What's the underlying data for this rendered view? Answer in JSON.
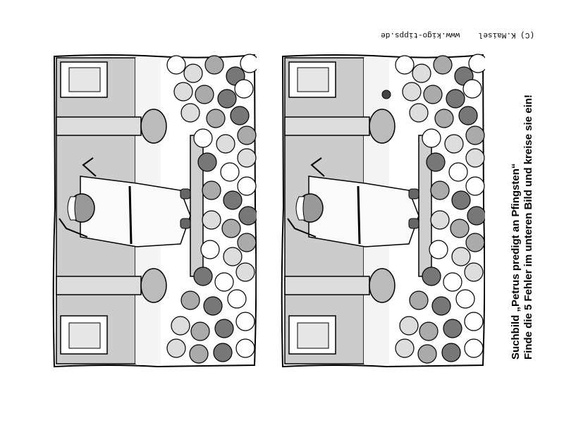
{
  "worksheet": {
    "title": "Suchbild „Petrus predigt an Pfingsten“",
    "instruction": "Finde die 5 Fehler im unteren Bild und kreise sie ein!",
    "credit": "(C) K.Maisel    www.kigo-tipps.de"
  },
  "panels": [
    {
      "role": "original",
      "fill_color": "#cccccc"
    },
    {
      "role": "with-differences",
      "fill_color": "#cccccc"
    }
  ]
}
